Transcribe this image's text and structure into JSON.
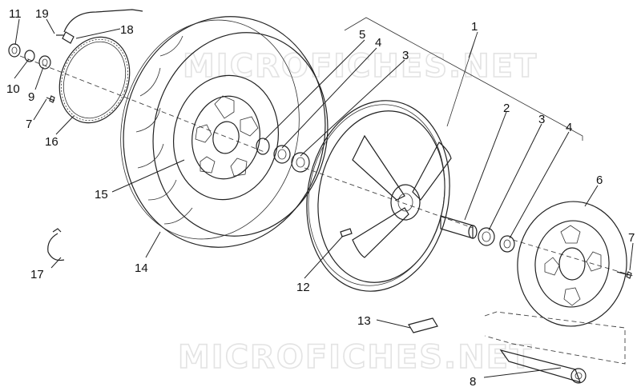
{
  "watermarks": [
    "MICROFICHES.NET",
    "MICROFICHES.NET"
  ],
  "callouts": {
    "c1": "1",
    "c2": "2",
    "c3a": "3",
    "c3b": "3",
    "c4a": "4",
    "c4b": "4",
    "c5": "5",
    "c6": "6",
    "c7a": "7",
    "c7b": "7",
    "c8": "8",
    "c9": "9",
    "c10": "10",
    "c11": "11",
    "c12": "12",
    "c13": "13",
    "c14": "14",
    "c15": "15",
    "c16": "16",
    "c17": "17",
    "c18": "18",
    "c19": "19"
  }
}
